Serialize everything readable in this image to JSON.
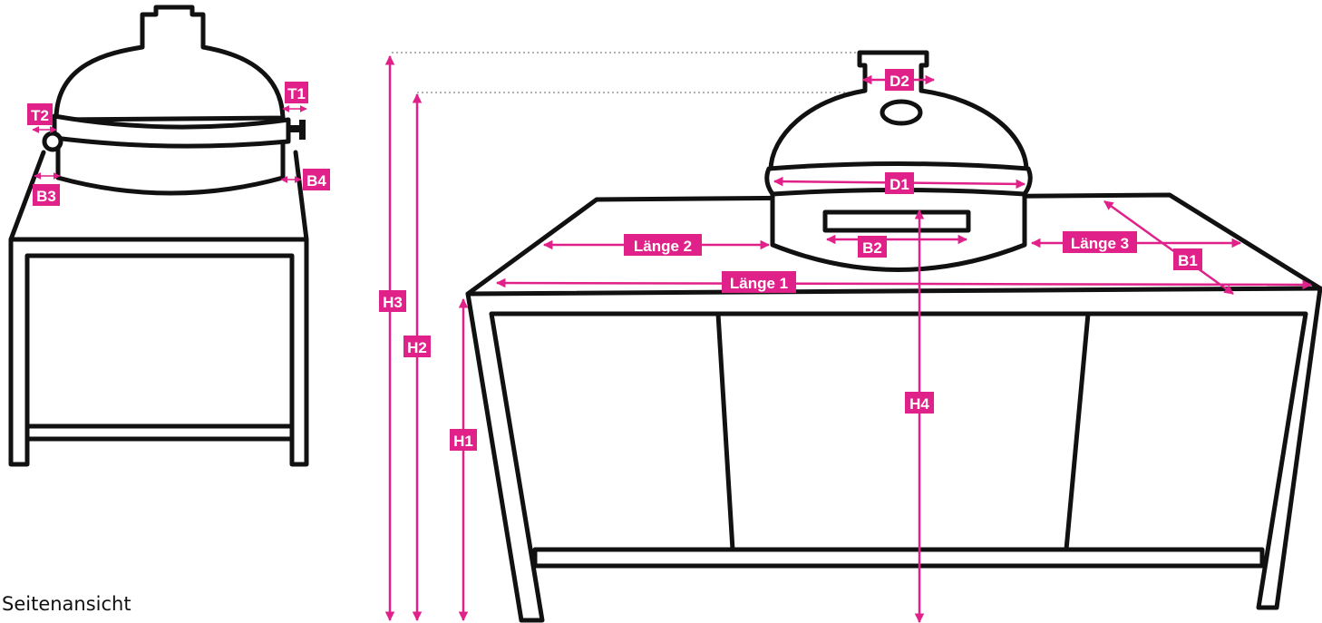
{
  "caption": "Seitenansicht",
  "accent_color": "#e0218a",
  "labels": {
    "T1": "T1",
    "T2": "T2",
    "B3": "B3",
    "B4": "B4",
    "H3": "H3",
    "H2": "H2",
    "H1": "H1",
    "D2": "D2",
    "D1": "D1",
    "B2": "B2",
    "H4": "H4",
    "B1": "B1",
    "laenge1": "Länge 1",
    "laenge2": "Länge 2",
    "laenge3": "Länge 3"
  }
}
